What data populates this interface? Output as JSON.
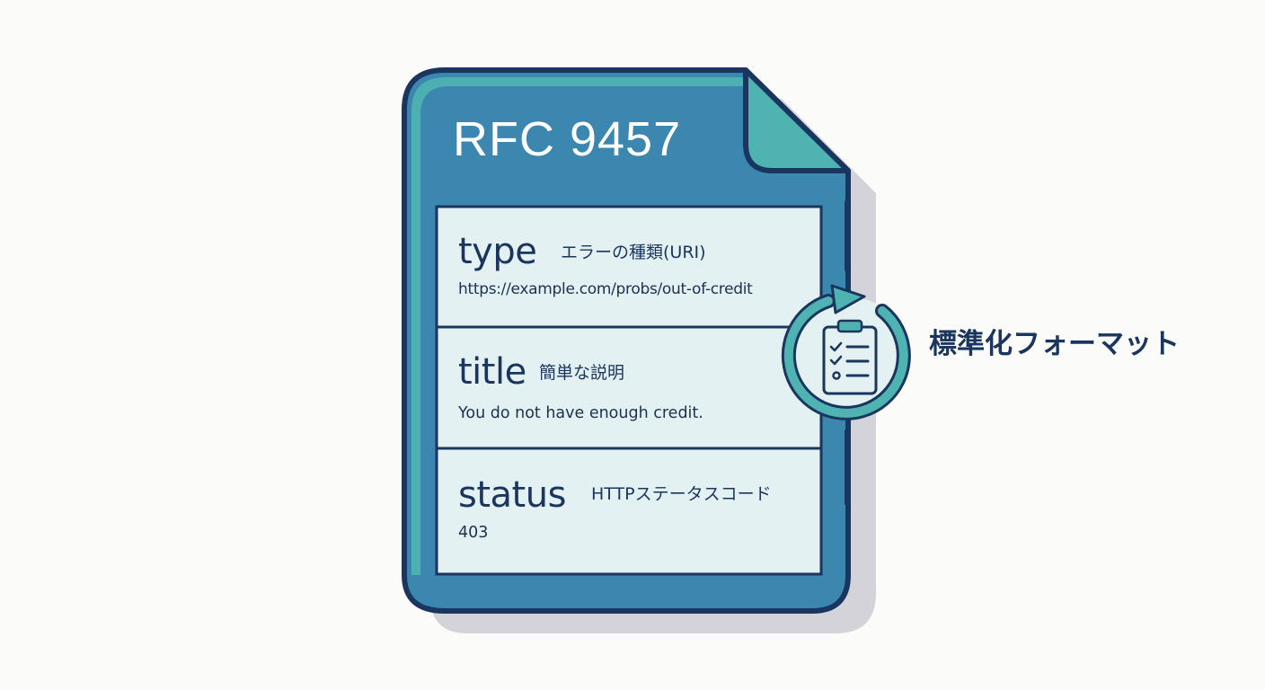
{
  "document": {
    "title": "RFC 9457",
    "fields": [
      {
        "key": "type",
        "description": "エラーの種類(URI)",
        "value": "https://example.com/probs/out-of-credit"
      },
      {
        "key": "title",
        "description": "簡単な説明",
        "value": "You do not have enough credit."
      },
      {
        "key": "status",
        "description": "HTTPステータスコード",
        "value": "403"
      }
    ]
  },
  "badge": {
    "icon": "clipboard-checklist-refresh-icon",
    "label": "標準化フォーマット"
  },
  "colors": {
    "background": "#fbfbf9",
    "doc_fill": "#3b87b0",
    "doc_outline": "#1a355e",
    "accent_teal": "#4fb4b1",
    "field_fill": "#e3f1f2",
    "shadow": "#d2d2d8",
    "text_dark": "#1a355e"
  }
}
